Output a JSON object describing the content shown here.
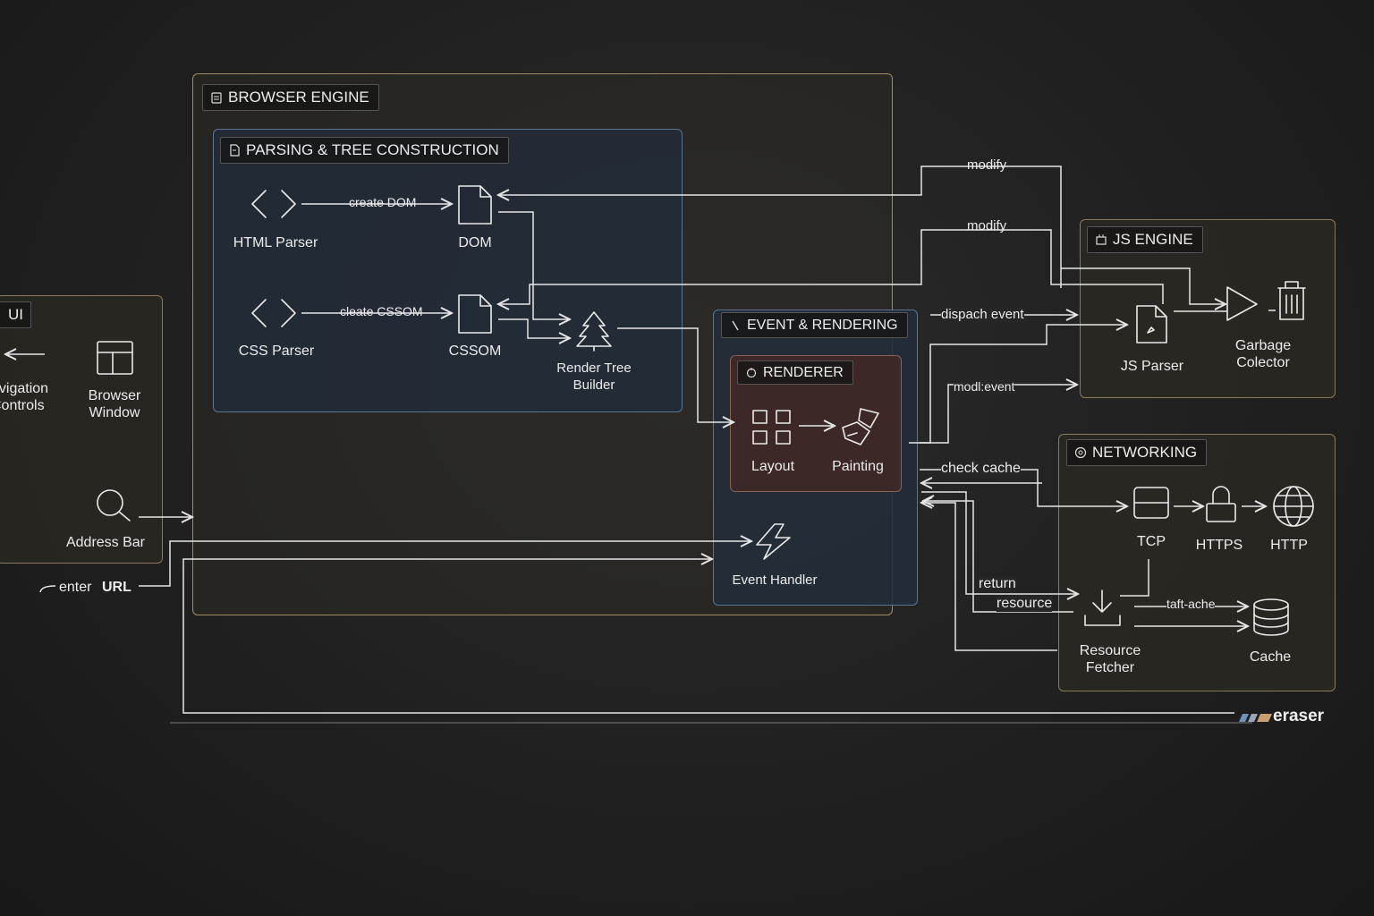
{
  "groups": {
    "browser_engine": "BROWSER ENGINE",
    "parsing": "PARSING & TREE CONSTRUCTION",
    "event_rendering": "EVENT & RENDERING",
    "renderer": "RENDERER",
    "ui": "UI",
    "js_engine": "JS ENGINE",
    "networking": "NETWORKING"
  },
  "nodes": {
    "html_parser": "HTML Parser",
    "dom": "DOM",
    "css_parser": "CSS Parser",
    "cssom": "CSSOM",
    "render_tree_builder": "Render Tree\nBuilder",
    "layout": "Layout",
    "painting": "Painting",
    "event_handler": "Event Handler",
    "navigation_controls": "avigation\nControls",
    "browser_window": "Browser\nWindow",
    "address_bar": "Address Bar",
    "js_parser": "JS Parser",
    "garbage_collector": "Garbage\nColector",
    "tcp": "TCP",
    "https": "HTTPS",
    "http": "HTTP",
    "resource_fetcher": "Resource\nFetcher",
    "cache": "Cache"
  },
  "edges": {
    "create_dom": "create DOM",
    "create_cssom": "cleate CSSOM",
    "modify_1": "modify",
    "modify_2": "modify",
    "dispatch_event": "dispach event",
    "modify_event": "modl:event",
    "check_cache": "check cache",
    "return_resource_1": "return",
    "return_resource_2": "resource",
    "taft_ache": "taft-ache",
    "enter_url_1": "enter",
    "enter_url_2": "URL"
  },
  "watermark": "eraser",
  "colors": {
    "background": "#1f1f1f",
    "line": "#e6e6e6",
    "browser_border": "#a08c63",
    "blue_group": "#5a7390",
    "renderer_border": "#8c6254"
  }
}
